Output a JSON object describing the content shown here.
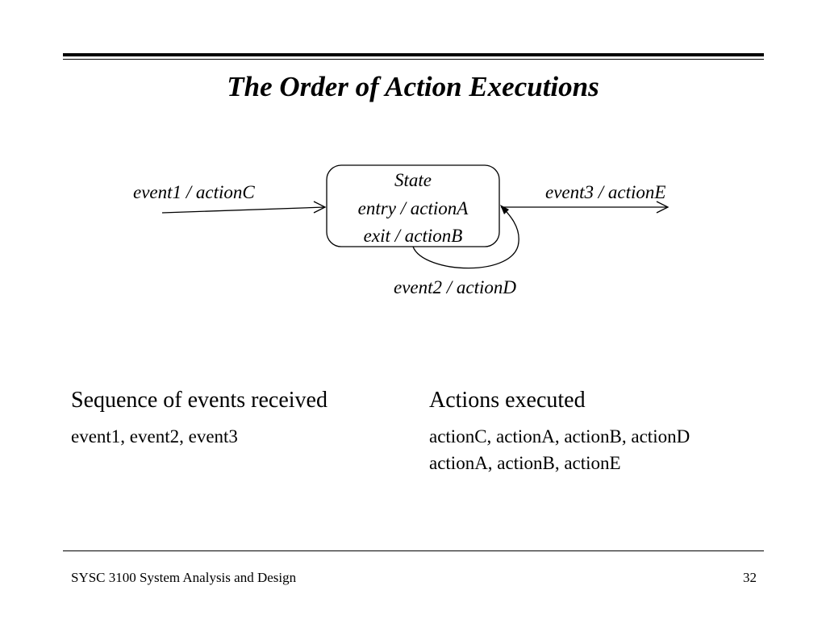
{
  "slide": {
    "title": "The Order of Action Executions"
  },
  "diagram": {
    "state": {
      "name": "State",
      "entry_action": "entry / actionA",
      "exit_action": "exit / actionB"
    },
    "transitions": {
      "incoming": "event1 / actionC",
      "outgoing": "event3 / actionE",
      "self_loop": "event2 / actionD"
    }
  },
  "table": {
    "headers": {
      "events": "Sequence of events received",
      "actions": "Actions executed"
    },
    "events_row": "event1, event2, event3",
    "actions_rows": [
      "actionC, actionA, actionB, actionD",
      "actionA, actionB, actionE"
    ]
  },
  "footer": {
    "course": "SYSC 3100 System Analysis and Design",
    "page_number": "32"
  }
}
